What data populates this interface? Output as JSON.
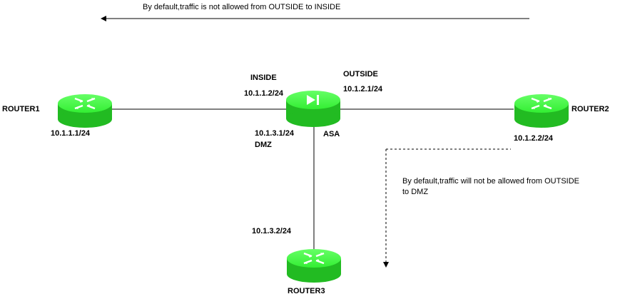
{
  "notes": {
    "inside_note": "By default,traffic is not allowed from OUTSIDE to INSIDE",
    "dmz_note_line1": "By default,traffic will not be allowed from OUTSIDE",
    "dmz_note_line2": "to DMZ"
  },
  "devices": {
    "router1": {
      "name": "ROUTER1",
      "ip": "10.1.1.1/24",
      "icon": "router-icon"
    },
    "router2": {
      "name": "ROUTER2",
      "ip": "10.1.2.2/24",
      "icon": "router-icon"
    },
    "router3": {
      "name": "ROUTER3",
      "ip": "10.1.3.2/24",
      "icon": "router-icon"
    },
    "asa": {
      "name": "ASA",
      "icon": "firewall-icon",
      "inside": {
        "zone": "INSIDE",
        "ip": "10.1.1.2/24"
      },
      "outside": {
        "zone": "OUTSIDE",
        "ip": "10.1.2.1/24"
      },
      "dmz": {
        "zone": "DMZ",
        "ip": "10.1.3.1/24"
      }
    }
  },
  "colors": {
    "device_fill": "#33ee33",
    "device_dark": "#22aa22",
    "link": "#000000"
  }
}
